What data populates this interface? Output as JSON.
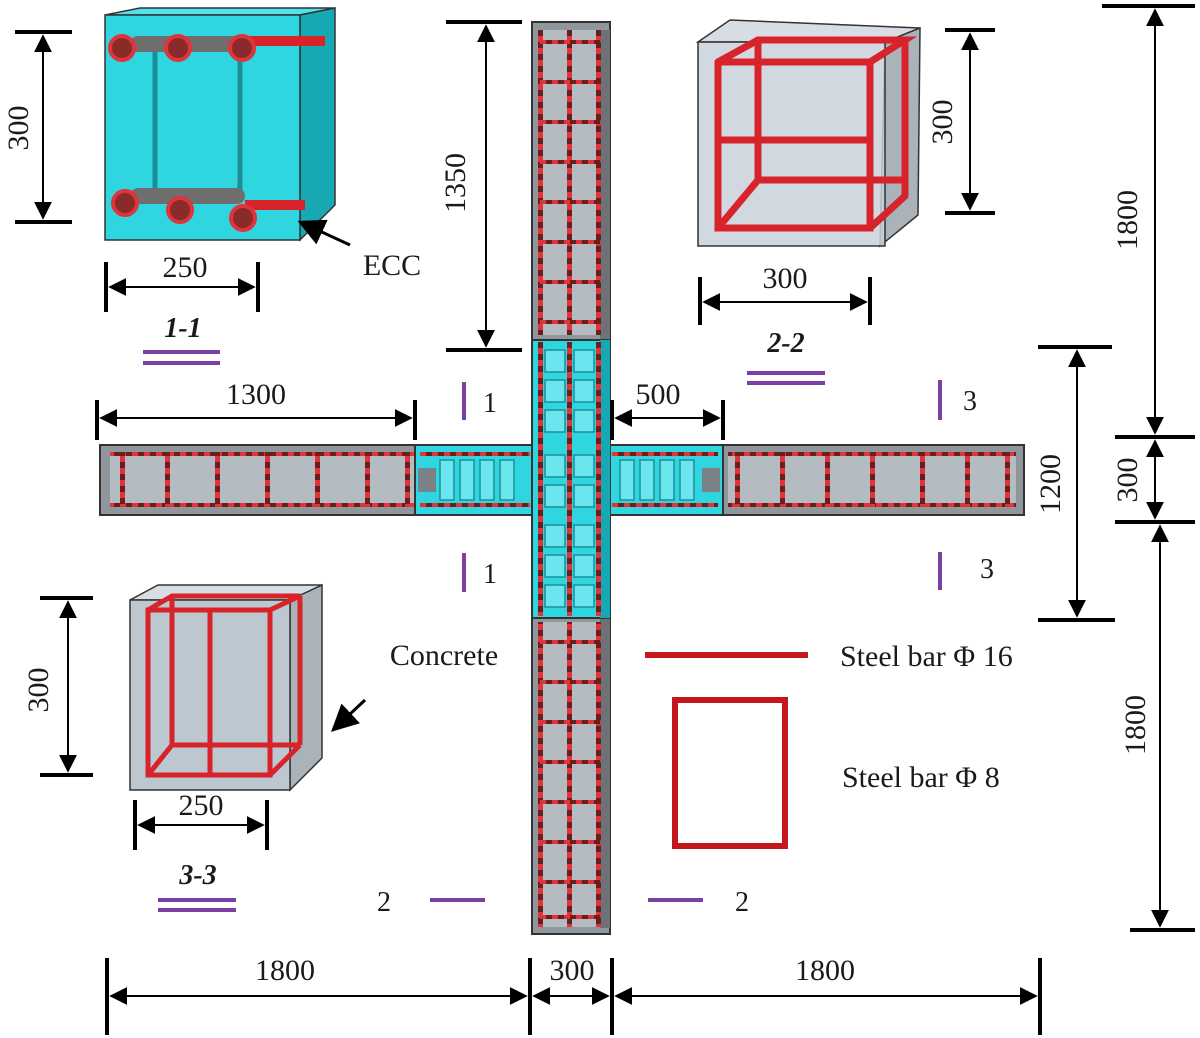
{
  "colors": {
    "ecc": "#2fd6e0",
    "ecc_dark": "#17a9b3",
    "concrete": "#aeb6bf",
    "concrete_face": "#c9d1da",
    "rebar": "#d8232a",
    "stirrup_dark": "#7a1d1d",
    "section_mark": "#7b3fa5",
    "line": "#000000"
  },
  "dimensions": {
    "sec11_height": "300",
    "sec11_width": "250",
    "column_upper": "1350",
    "sec22_height": "300",
    "sec22_width": "300",
    "total_upper": "1800",
    "beam_left": "1300",
    "beam_ecc": "500",
    "ecc_column": "1200",
    "joint": "300",
    "total_lower": "1800",
    "sec33_height": "300",
    "sec33_width": "250",
    "bottom_left": "1800",
    "bottom_mid": "300",
    "bottom_right": "1800"
  },
  "labels": {
    "ecc": "ECC",
    "concrete": "Concrete",
    "legend_main": "Steel bar Φ 16",
    "legend_stirrup": "Steel bar Φ 8"
  },
  "sections": {
    "s11": "1-1",
    "s22": "2-2",
    "s33": "3-3"
  },
  "cut_marks": {
    "c1_top": "1",
    "c1_bottom": "1",
    "c3_top": "3",
    "c3_bottom": "3",
    "c2_left": "2",
    "c2_right": "2"
  }
}
